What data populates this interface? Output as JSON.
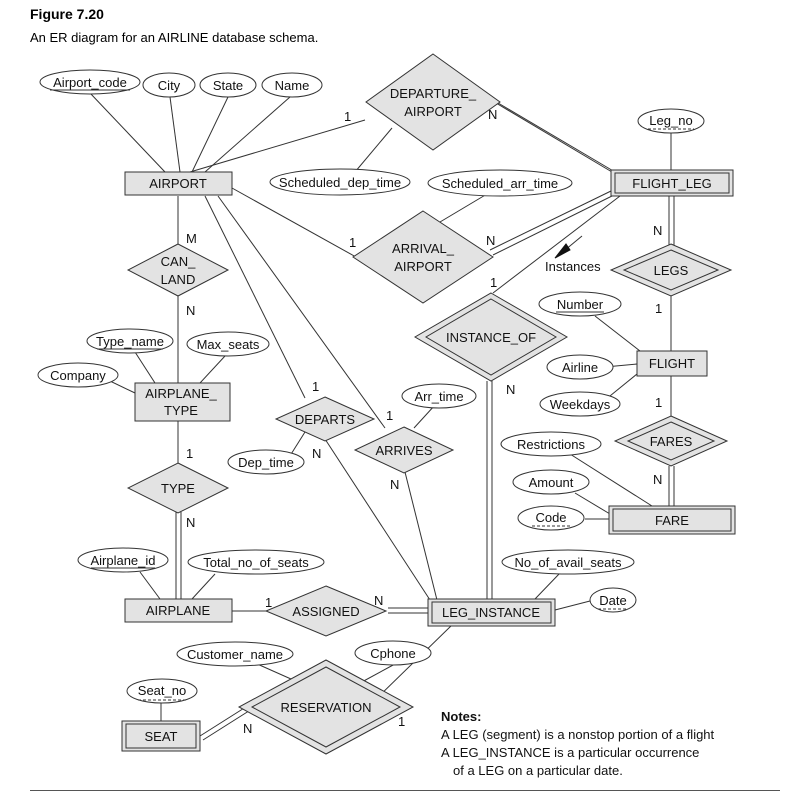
{
  "figure": {
    "number": "Figure 7.20",
    "caption": "An ER diagram for an AIRLINE database schema."
  },
  "entities": {
    "airport": "AIRPORT",
    "flight_leg": "FLIGHT_LEG",
    "airplane_type": [
      "AIRPLANE_",
      "TYPE"
    ],
    "flight": "FLIGHT",
    "fare": "FARE",
    "airplane": "AIRPLANE",
    "leg_instance": "LEG_INSTANCE",
    "seat": "SEAT"
  },
  "relationships": {
    "departure_airport": [
      "DEPARTURE_",
      "AIRPORT"
    ],
    "arrival_airport": [
      "ARRIVAL_",
      "AIRPORT"
    ],
    "can_land": [
      "CAN_",
      "LAND"
    ],
    "legs": "LEGS",
    "instance_of": "INSTANCE_OF",
    "departs": "DEPARTS",
    "arrives": "ARRIVES",
    "fares": "FARES",
    "type": "TYPE",
    "assigned": "ASSIGNED",
    "reservation": "RESERVATION"
  },
  "attributes": {
    "airport_code": "Airport_code",
    "city": "City",
    "state": "State",
    "name": "Name",
    "leg_no": "Leg_no",
    "scheduled_dep_time": "Scheduled_dep_time",
    "scheduled_arr_time": "Scheduled_arr_time",
    "number": "Number",
    "airline": "Airline",
    "weekdays": "Weekdays",
    "type_name": "Type_name",
    "max_seats": "Max_seats",
    "company": "Company",
    "arr_time": "Arr_time",
    "dep_time": "Dep_time",
    "restrictions": "Restrictions",
    "amount": "Amount",
    "code": "Code",
    "airplane_id": "Airplane_id",
    "total_no_of_seats": "Total_no_of_seats",
    "no_of_avail_seats": "No_of_avail_seats",
    "date": "Date",
    "customer_name": "Customer_name",
    "cphone": "Cphone",
    "seat_no": "Seat_no"
  },
  "cardinalities": {
    "dep_airport": "1",
    "dep_flight_leg": "N",
    "arr_airport": "1",
    "arr_flight_leg": "N",
    "can_land_airport": "M",
    "can_land_type": "N",
    "legs_flight_leg": "N",
    "legs_flight": "1",
    "instance_of_flight_leg": "1",
    "instance_of_leg_instance": "N",
    "departs_airport": "1",
    "departs_leg_instance": "N",
    "arrives_airport": "1",
    "arrives_leg_instance": "N",
    "fares_flight": "1",
    "fares_fare": "N",
    "type_airplane_type": "1",
    "type_airplane": "N",
    "assigned_airplane": "1",
    "assigned_leg_instance": "N",
    "reservation_seat": "N",
    "reservation_leg_instance": "1"
  },
  "annotations": {
    "instances": "Instances"
  },
  "notes": {
    "title": "Notes:",
    "line1": "A LEG (segment) is a nonstop portion of a flight",
    "line2": "A LEG_INSTANCE is a particular occurrence",
    "line3": "of a LEG on a particular date."
  }
}
